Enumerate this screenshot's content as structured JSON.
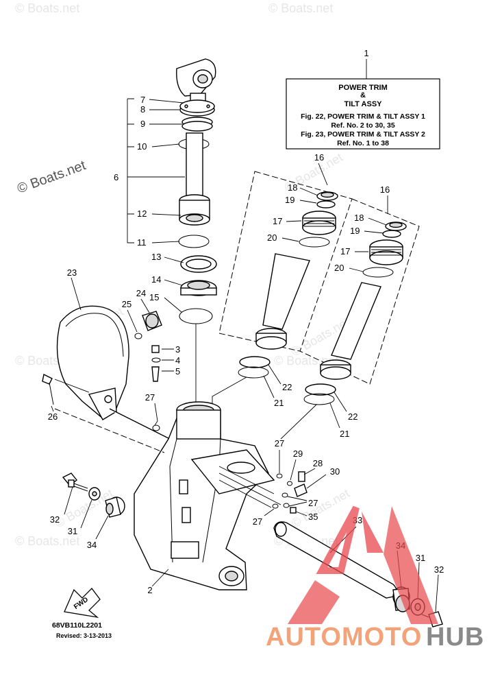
{
  "watermarks": {
    "boats_net": "© Boats.net",
    "brand_auto": "AUTOMOTO",
    "brand_hub": "HUB"
  },
  "info_box": {
    "title_line1": "POWER TRIM",
    "title_line2": "&",
    "title_line3": "TILT ASSY",
    "line1": "Fig. 22, POWER TRIM & TILT ASSY 1",
    "line2": "Ref. No. 2 to 30, 35",
    "line3": "Fig. 23, POWER TRIM & TILT ASSY 2",
    "line4": "Ref. No. 1 to 38"
  },
  "labels": {
    "n1": "1",
    "n2": "2",
    "n3": "3",
    "n4": "4",
    "n5": "5",
    "n6": "6",
    "n7": "7",
    "n8": "8",
    "n9": "9",
    "n10": "10",
    "n11": "11",
    "n12": "12",
    "n13": "13",
    "n14": "14",
    "n15": "15",
    "n16": "16",
    "n17": "17",
    "n18": "18",
    "n19": "19",
    "n20": "20",
    "n21": "21",
    "n22": "22",
    "n23": "23",
    "n24": "24",
    "n25": "25",
    "n26": "26",
    "n27": "27",
    "n28": "28",
    "n29": "29",
    "n30": "30",
    "n31": "31",
    "n32": "32",
    "n33": "33",
    "n34": "34",
    "n35": "35"
  },
  "fwd_label": "FWD",
  "diagram_code": "68VB110L2201",
  "revised": "Revised: 3-13-2013",
  "colors": {
    "brand_orange": "#f2a37a",
    "brand_gray": "#8a8a8a",
    "logo_red": "#e8474c"
  }
}
